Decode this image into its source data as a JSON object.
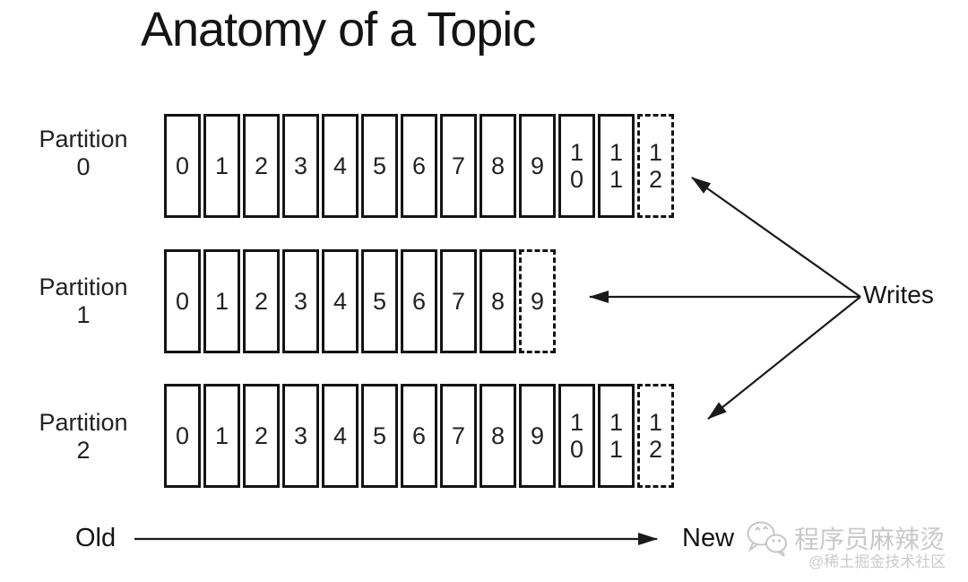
{
  "title": "Anatomy of a Topic",
  "partitions": [
    {
      "label_line1": "Partition",
      "label_line2": "0",
      "cells": [
        "0",
        "1",
        "2",
        "3",
        "4",
        "5",
        "6",
        "7",
        "8",
        "9",
        "10",
        "11"
      ],
      "next_cell": "12"
    },
    {
      "label_line1": "Partition",
      "label_line2": "1",
      "cells": [
        "0",
        "1",
        "2",
        "3",
        "4",
        "5",
        "6",
        "7",
        "8"
      ],
      "next_cell": "9"
    },
    {
      "label_line1": "Partition",
      "label_line2": "2",
      "cells": [
        "0",
        "1",
        "2",
        "3",
        "4",
        "5",
        "6",
        "7",
        "8",
        "9",
        "10",
        "11"
      ],
      "next_cell": "12"
    }
  ],
  "writes_label": "Writes",
  "timeline": {
    "old_label": "Old",
    "new_label": "New"
  },
  "watermark": {
    "icon": "wechat-icon",
    "name": "程序员麻辣烫",
    "community": "@稀土掘金技术社区"
  },
  "colors": {
    "line": "#1a1a1a",
    "text": "#141414",
    "watermark": "#c9c9c9",
    "background": "#ffffff"
  }
}
